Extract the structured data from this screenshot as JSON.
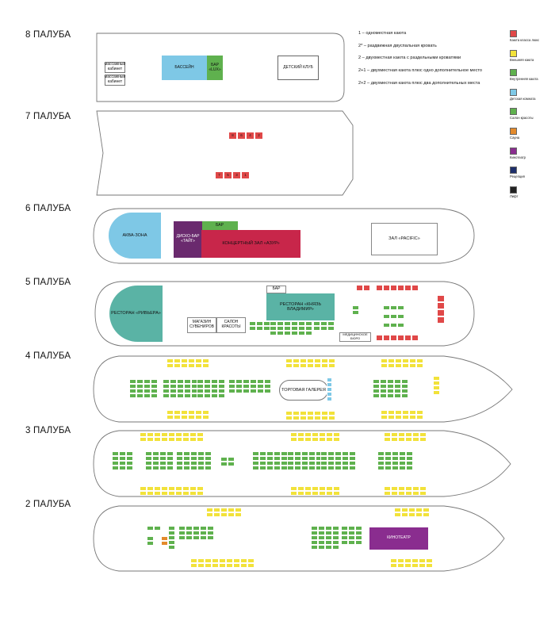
{
  "decks": [
    {
      "id": "8",
      "title": "8 ПАЛУБА"
    },
    {
      "id": "7",
      "title": "7 ПАЛУБА"
    },
    {
      "id": "6",
      "title": "6 ПАЛУБА"
    },
    {
      "id": "5",
      "title": "5 ПАЛУБА"
    },
    {
      "id": "4",
      "title": "4 ПАЛУБА"
    },
    {
      "id": "3",
      "title": "3 ПАЛУБА"
    },
    {
      "id": "2",
      "title": "2 ПАЛУБА"
    }
  ],
  "legend": {
    "l1": "1 – одноместная каюта",
    "l2": "2* – раздвижная двуспальная кровать",
    "l3": "2 – двухместная каюта с раздельными кроватями",
    "l4": "2+1 – двухместная каюта плюс одно дополнительное место",
    "l5": "2+2 – двухместная каюта плюс два дополнительных места"
  },
  "cabin_legend": [
    {
      "label": "Каюта класса люкс",
      "color": "#e04848"
    },
    {
      "label": "Внешняя каюта",
      "color": "#f2e23a"
    },
    {
      "label": "Внутренняя каюта",
      "color": "#5fb14e"
    },
    {
      "label": "Детская комната",
      "color": "#7ec8e6"
    },
    {
      "label": "Салон красоты",
      "color": "#5fb14e"
    },
    {
      "label": "Сауна",
      "color": "#e38a2c"
    },
    {
      "label": "Кинотеатр",
      "color": "#8a2d8f"
    },
    {
      "label": "Рецепция",
      "color": "#1e2f6b"
    },
    {
      "label": "Лифт",
      "color": "#222222"
    }
  ],
  "rooms": {
    "pool": "БАССЕЙН",
    "bar_lux": "БАР «LUX»",
    "kids_club": "ДЕТСКИЙ КЛУБ",
    "massage1": "массажный кабинет",
    "massage2": "массажный кабинет",
    "aqua": "АКВА-ЗОНА",
    "bar6": "БАР",
    "disco": "ДИСКО-БАР «ТАЙГ»",
    "concert": "КОНЦЕРТНЫЙ ЗАЛ «АЗУР»",
    "pacific": "ЗАЛ «PACIFIC»",
    "riviera": "РЕСТОРАН «РИВЬЕРА»",
    "souvenirs": "МАГАЗИН СУВЕНИРОВ",
    "beauty": "САЛОН КРАСОТЫ",
    "bar5": "БАР",
    "vladimir": "РЕСТОРАН «КНЯЗЬ ВЛАДИМИР»",
    "medical": "МЕДИЦИНСКОЕ БЮРО",
    "gallery": "ТОРГОВАЯ ГАЛЕРЕЯ",
    "cinema": "КИНОТЕАТР"
  },
  "suites7": [
    "8",
    "6",
    "4",
    "2",
    "7",
    "5",
    "3",
    "1"
  ],
  "colors": {
    "suite": "#e04848",
    "outer": "#f2e23a",
    "inner": "#5fb14e",
    "kids": "#7ec8e6",
    "cinema": "#8a2d8f",
    "disco": "#6a2a6e",
    "concert": "#c8264a",
    "sauna": "#e38a2c"
  }
}
